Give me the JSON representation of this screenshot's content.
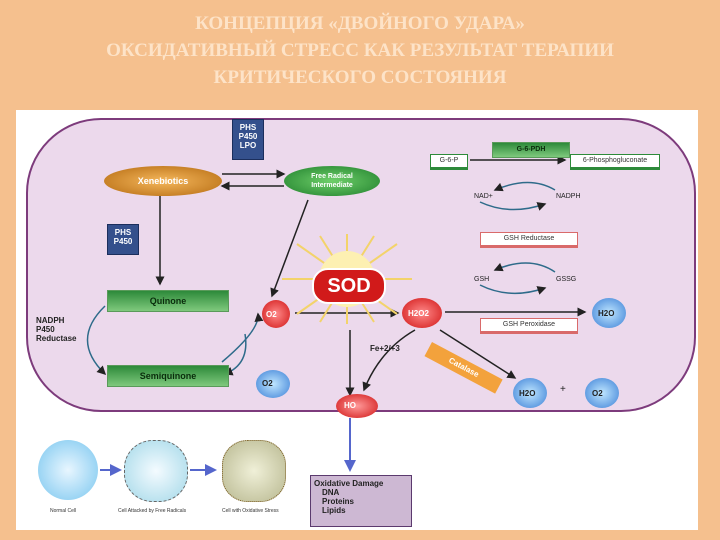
{
  "title": {
    "line1": "КОНЦЕПЦИЯ «ДВОЙНОГО УДАРА»",
    "line2": "ОКСИДАТИВНЫЙ СТРЕСС КАК РЕЗУЛЬТАТ ТЕРАПИИ",
    "line3": "КРИТИЧЕСКОГО СОСТОЯНИЯ"
  },
  "diagram": {
    "phs_top": [
      "PHS",
      "P450",
      "LPO"
    ],
    "phs_mid": [
      "PHS",
      "P450"
    ],
    "xenobiotics": "Xenebiotics",
    "free_radical": [
      "Free Radical",
      "Intermediate"
    ],
    "quinone": "Quinone",
    "semiquinone": "Semiquinone",
    "nadph_reductase": [
      "NADPH",
      "P450",
      "Reductase"
    ],
    "sod": "SOD",
    "g6p": "G-6-P",
    "g6pdh": "G-6-PDH",
    "phosphogluconate": "6-Phosphogluconate",
    "nad": "NAD+",
    "nadph": "NADPH",
    "gsh_reductase": "GSH Reductase",
    "gsh": "GSH",
    "gssg": "GSSG",
    "gsh_peroxidase": "GSH Peroxidase",
    "o2_radical": "O2",
    "h2o2": "H2O2",
    "h2o_right": "H2O",
    "fe": "Fe+2/+3",
    "catalase": "Catalase",
    "h2o_bottom": "H2O",
    "plus": "+",
    "o2_bottom": "O2",
    "o2_left": "O2",
    "ho": "HO",
    "oxidative_damage": [
      "Oxidative Damage",
      "DNA",
      "Proteins",
      "Lipids"
    ],
    "cells": [
      "Normal Cell",
      "Cell Attacked by Free Radicals",
      "Cell with Oxidative Stress"
    ]
  },
  "colors": {
    "background": "#f5c08e",
    "cell_membrane": "#7d3b7c",
    "cell_fill": "#ecd9ec",
    "title": "#fde3c8"
  }
}
